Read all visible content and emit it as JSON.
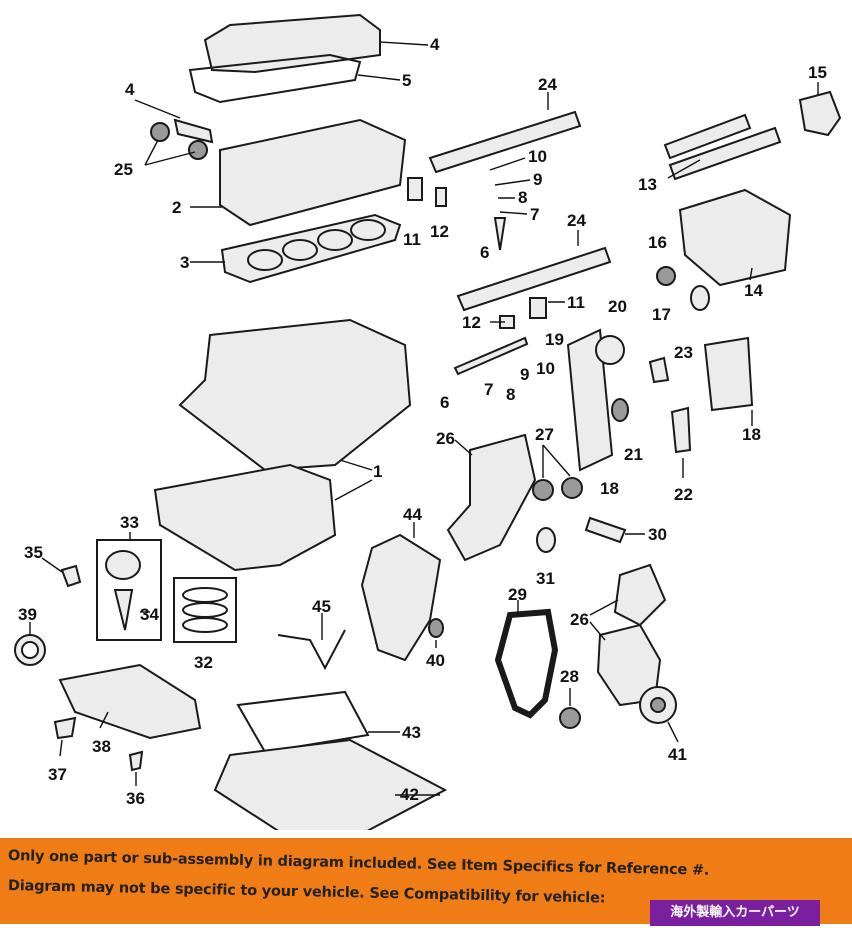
{
  "diagram": {
    "callouts": [
      {
        "id": "4a",
        "text": "4"
      },
      {
        "id": "5",
        "text": "5"
      },
      {
        "id": "4b",
        "text": "4"
      },
      {
        "id": "25",
        "text": "25"
      },
      {
        "id": "2",
        "text": "2"
      },
      {
        "id": "3",
        "text": "3"
      },
      {
        "id": "24a",
        "text": "24"
      },
      {
        "id": "10a",
        "text": "10"
      },
      {
        "id": "9a",
        "text": "9"
      },
      {
        "id": "8a",
        "text": "8"
      },
      {
        "id": "7a",
        "text": "7"
      },
      {
        "id": "6a",
        "text": "6"
      },
      {
        "id": "11a",
        "text": "11"
      },
      {
        "id": "12a",
        "text": "12"
      },
      {
        "id": "24b",
        "text": "24"
      },
      {
        "id": "11b",
        "text": "11"
      },
      {
        "id": "12b",
        "text": "12"
      },
      {
        "id": "19",
        "text": "19"
      },
      {
        "id": "20",
        "text": "20"
      },
      {
        "id": "6b",
        "text": "6"
      },
      {
        "id": "7b",
        "text": "7"
      },
      {
        "id": "8b",
        "text": "8"
      },
      {
        "id": "9b",
        "text": "9"
      },
      {
        "id": "10b",
        "text": "10"
      },
      {
        "id": "15",
        "text": "15"
      },
      {
        "id": "13",
        "text": "13"
      },
      {
        "id": "16",
        "text": "16"
      },
      {
        "id": "14",
        "text": "14"
      },
      {
        "id": "17",
        "text": "17"
      },
      {
        "id": "23",
        "text": "23"
      },
      {
        "id": "18a",
        "text": "18"
      },
      {
        "id": "21",
        "text": "21"
      },
      {
        "id": "22",
        "text": "22"
      },
      {
        "id": "26a",
        "text": "26"
      },
      {
        "id": "27",
        "text": "27"
      },
      {
        "id": "18b",
        "text": "18"
      },
      {
        "id": "1",
        "text": "1"
      },
      {
        "id": "44",
        "text": "44"
      },
      {
        "id": "30",
        "text": "30"
      },
      {
        "id": "33",
        "text": "33"
      },
      {
        "id": "35",
        "text": "35"
      },
      {
        "id": "34",
        "text": "34"
      },
      {
        "id": "39",
        "text": "39"
      },
      {
        "id": "32",
        "text": "32"
      },
      {
        "id": "45",
        "text": "45"
      },
      {
        "id": "40",
        "text": "40"
      },
      {
        "id": "31",
        "text": "31"
      },
      {
        "id": "29",
        "text": "29"
      },
      {
        "id": "26b",
        "text": "26"
      },
      {
        "id": "28",
        "text": "28"
      },
      {
        "id": "43",
        "text": "43"
      },
      {
        "id": "38",
        "text": "38"
      },
      {
        "id": "37",
        "text": "37"
      },
      {
        "id": "36",
        "text": "36"
      },
      {
        "id": "42",
        "text": "42"
      },
      {
        "id": "41",
        "text": "41"
      }
    ]
  },
  "banner": {
    "line1": "Only one part or sub-assembly in diagram included. See Item Specifics for Reference #.",
    "line2": "Diagram may not be specific to your vehicle. See Compatibility for vehicle:",
    "badge": "海外製輸入カーパーツ",
    "background": "#f07c16",
    "badge_color": "#7a1fa0"
  }
}
